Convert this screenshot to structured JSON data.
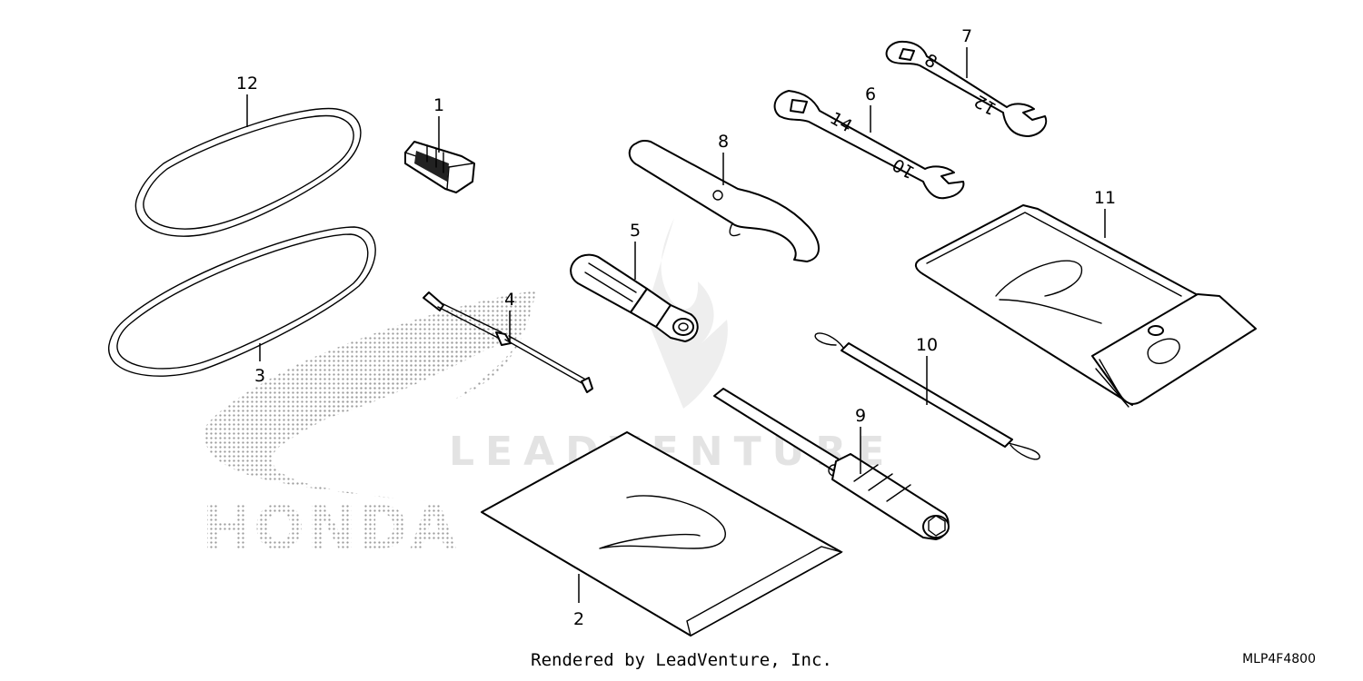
{
  "diagram": {
    "parts": [
      {
        "id": "p1",
        "number": "1"
      },
      {
        "id": "p2",
        "number": "2"
      },
      {
        "id": "p3",
        "number": "3"
      },
      {
        "id": "p4",
        "number": "4"
      },
      {
        "id": "p5",
        "number": "5"
      },
      {
        "id": "p6",
        "number": "6"
      },
      {
        "id": "p7",
        "number": "7"
      },
      {
        "id": "p8",
        "number": "8"
      },
      {
        "id": "p9",
        "number": "9"
      },
      {
        "id": "p10",
        "number": "10"
      },
      {
        "id": "p11",
        "number": "11"
      },
      {
        "id": "p12",
        "number": "12"
      }
    ],
    "wrench_marks": {
      "w6_a": "14",
      "w6_b": "10",
      "w7_a": "8",
      "w7_b": "12"
    },
    "watermark_text": "LEADVENTURE",
    "brand_mark_text": "HONDA"
  },
  "footer": {
    "credit": "Rendered by LeadVenture, Inc.",
    "diagram_code": "MLP4F4800"
  }
}
